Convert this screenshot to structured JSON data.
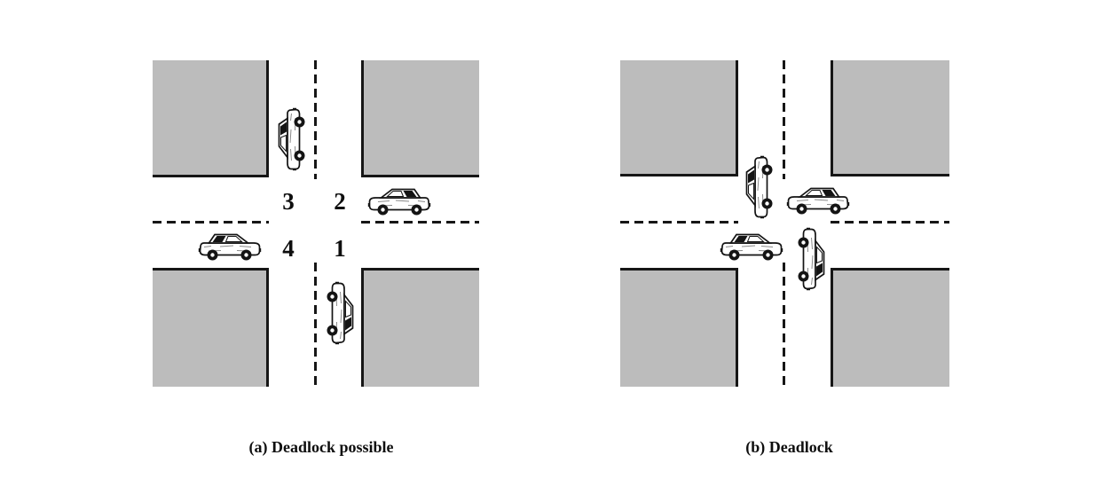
{
  "figure": {
    "colors": {
      "background": "#ffffff",
      "block": "#bcbcbc",
      "line": "#161616"
    }
  },
  "diagram_a": {
    "caption": "(a) Deadlock possible",
    "quadrant_labels": {
      "upper_left": "3",
      "upper_right": "2",
      "lower_left": "4",
      "lower_right": "1"
    },
    "cars": [
      {
        "facing": "down",
        "approach": "from north, west lane, stopped before intersection"
      },
      {
        "facing": "left",
        "approach": "from east, north lane, stopped before intersection"
      },
      {
        "facing": "right",
        "approach": "from west, south lane, stopped before intersection"
      },
      {
        "facing": "up",
        "approach": "from south, east lane, stopped before intersection"
      }
    ]
  },
  "diagram_b": {
    "caption": "(b) Deadlock",
    "cars": [
      {
        "facing": "down",
        "approach": "gridlocked at center, nose at intersection middle"
      },
      {
        "facing": "left",
        "approach": "gridlocked at center, nose at intersection middle"
      },
      {
        "facing": "right",
        "approach": "gridlocked at center, nose at intersection middle"
      },
      {
        "facing": "up",
        "approach": "gridlocked at center, nose at intersection middle"
      }
    ]
  }
}
